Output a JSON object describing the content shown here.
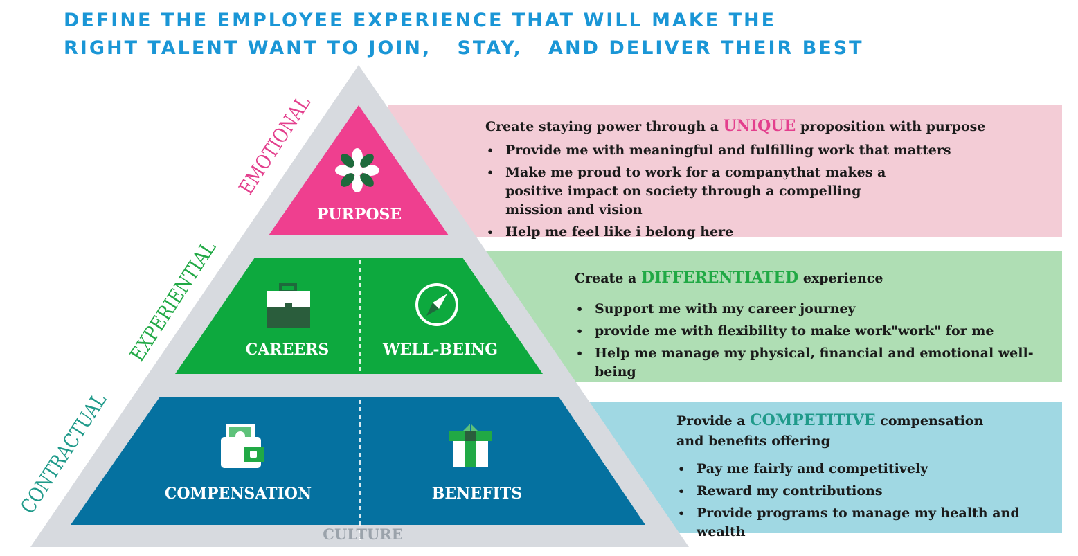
{
  "title": {
    "line1": "DEFINE THE EMPLOYEE EXPERIENCE THAT WILL MAKE THE",
    "line2": "RIGHT TALENT WANT TO JOIN,   STAY,   AND DELIVER THEIR BEST"
  },
  "colors": {
    "title": "#1a96d6",
    "emotional": "#e33f8d",
    "experiential": "#21a945",
    "contractual": "#1f9a8a",
    "pyramid_bg": "#d7dadf",
    "purpose_fill": "#ef3f8f",
    "experiential_fill": "#0da93e",
    "contractual_fill": "#0571a0",
    "panel_pink": "#f3ccd6",
    "panel_green": "#afdeb4",
    "panel_blue": "#a0d8e3",
    "culture": "#9ba3ab"
  },
  "side_labels": {
    "emotional": "EMOTIONAL",
    "experiential": "EXPERIENTIAL",
    "contractual": "CONTRACTUAL"
  },
  "tiers": {
    "purpose": {
      "label": "PURPOSE",
      "icon": "flower-icon"
    },
    "careers": {
      "label": "CAREERS",
      "icon": "briefcase-icon"
    },
    "wellbeing": {
      "label": "WELL-BEING",
      "icon": "compass-icon"
    },
    "compensation": {
      "label": "COMPENSATION",
      "icon": "wallet-icon"
    },
    "benefits": {
      "label": "BENEFITS",
      "icon": "gift-icon"
    }
  },
  "culture": "CULTURE",
  "panels": {
    "emotional": {
      "head_pre": "Create staying power through a ",
      "keyword": "UNIQUE",
      "head_post": " proposition with purpose",
      "bullets": [
        "Provide me with meaningful and fulfilling work that matters",
        "Make me proud to work for a companythat makes a positive impact on society through a compelling mission and vision",
        "Help me feel like i belong here"
      ]
    },
    "experiential": {
      "head_pre": "Create a ",
      "keyword": "DIFFERENTIATED",
      "head_post": " experience",
      "bullets": [
        "Support me with my career journey",
        "provide me with flexibility to make work\"work\" for me",
        "Help me manage my physical, financial and emotional well-being"
      ]
    },
    "contractual": {
      "head_pre": "Provide a ",
      "keyword": "COMPETITIVE",
      "head_post": " compensation and benefits offering",
      "bullets": [
        "Pay me fairly and competitively",
        "Reward my contributions",
        "Provide programs to manage my health and wealth"
      ]
    }
  }
}
